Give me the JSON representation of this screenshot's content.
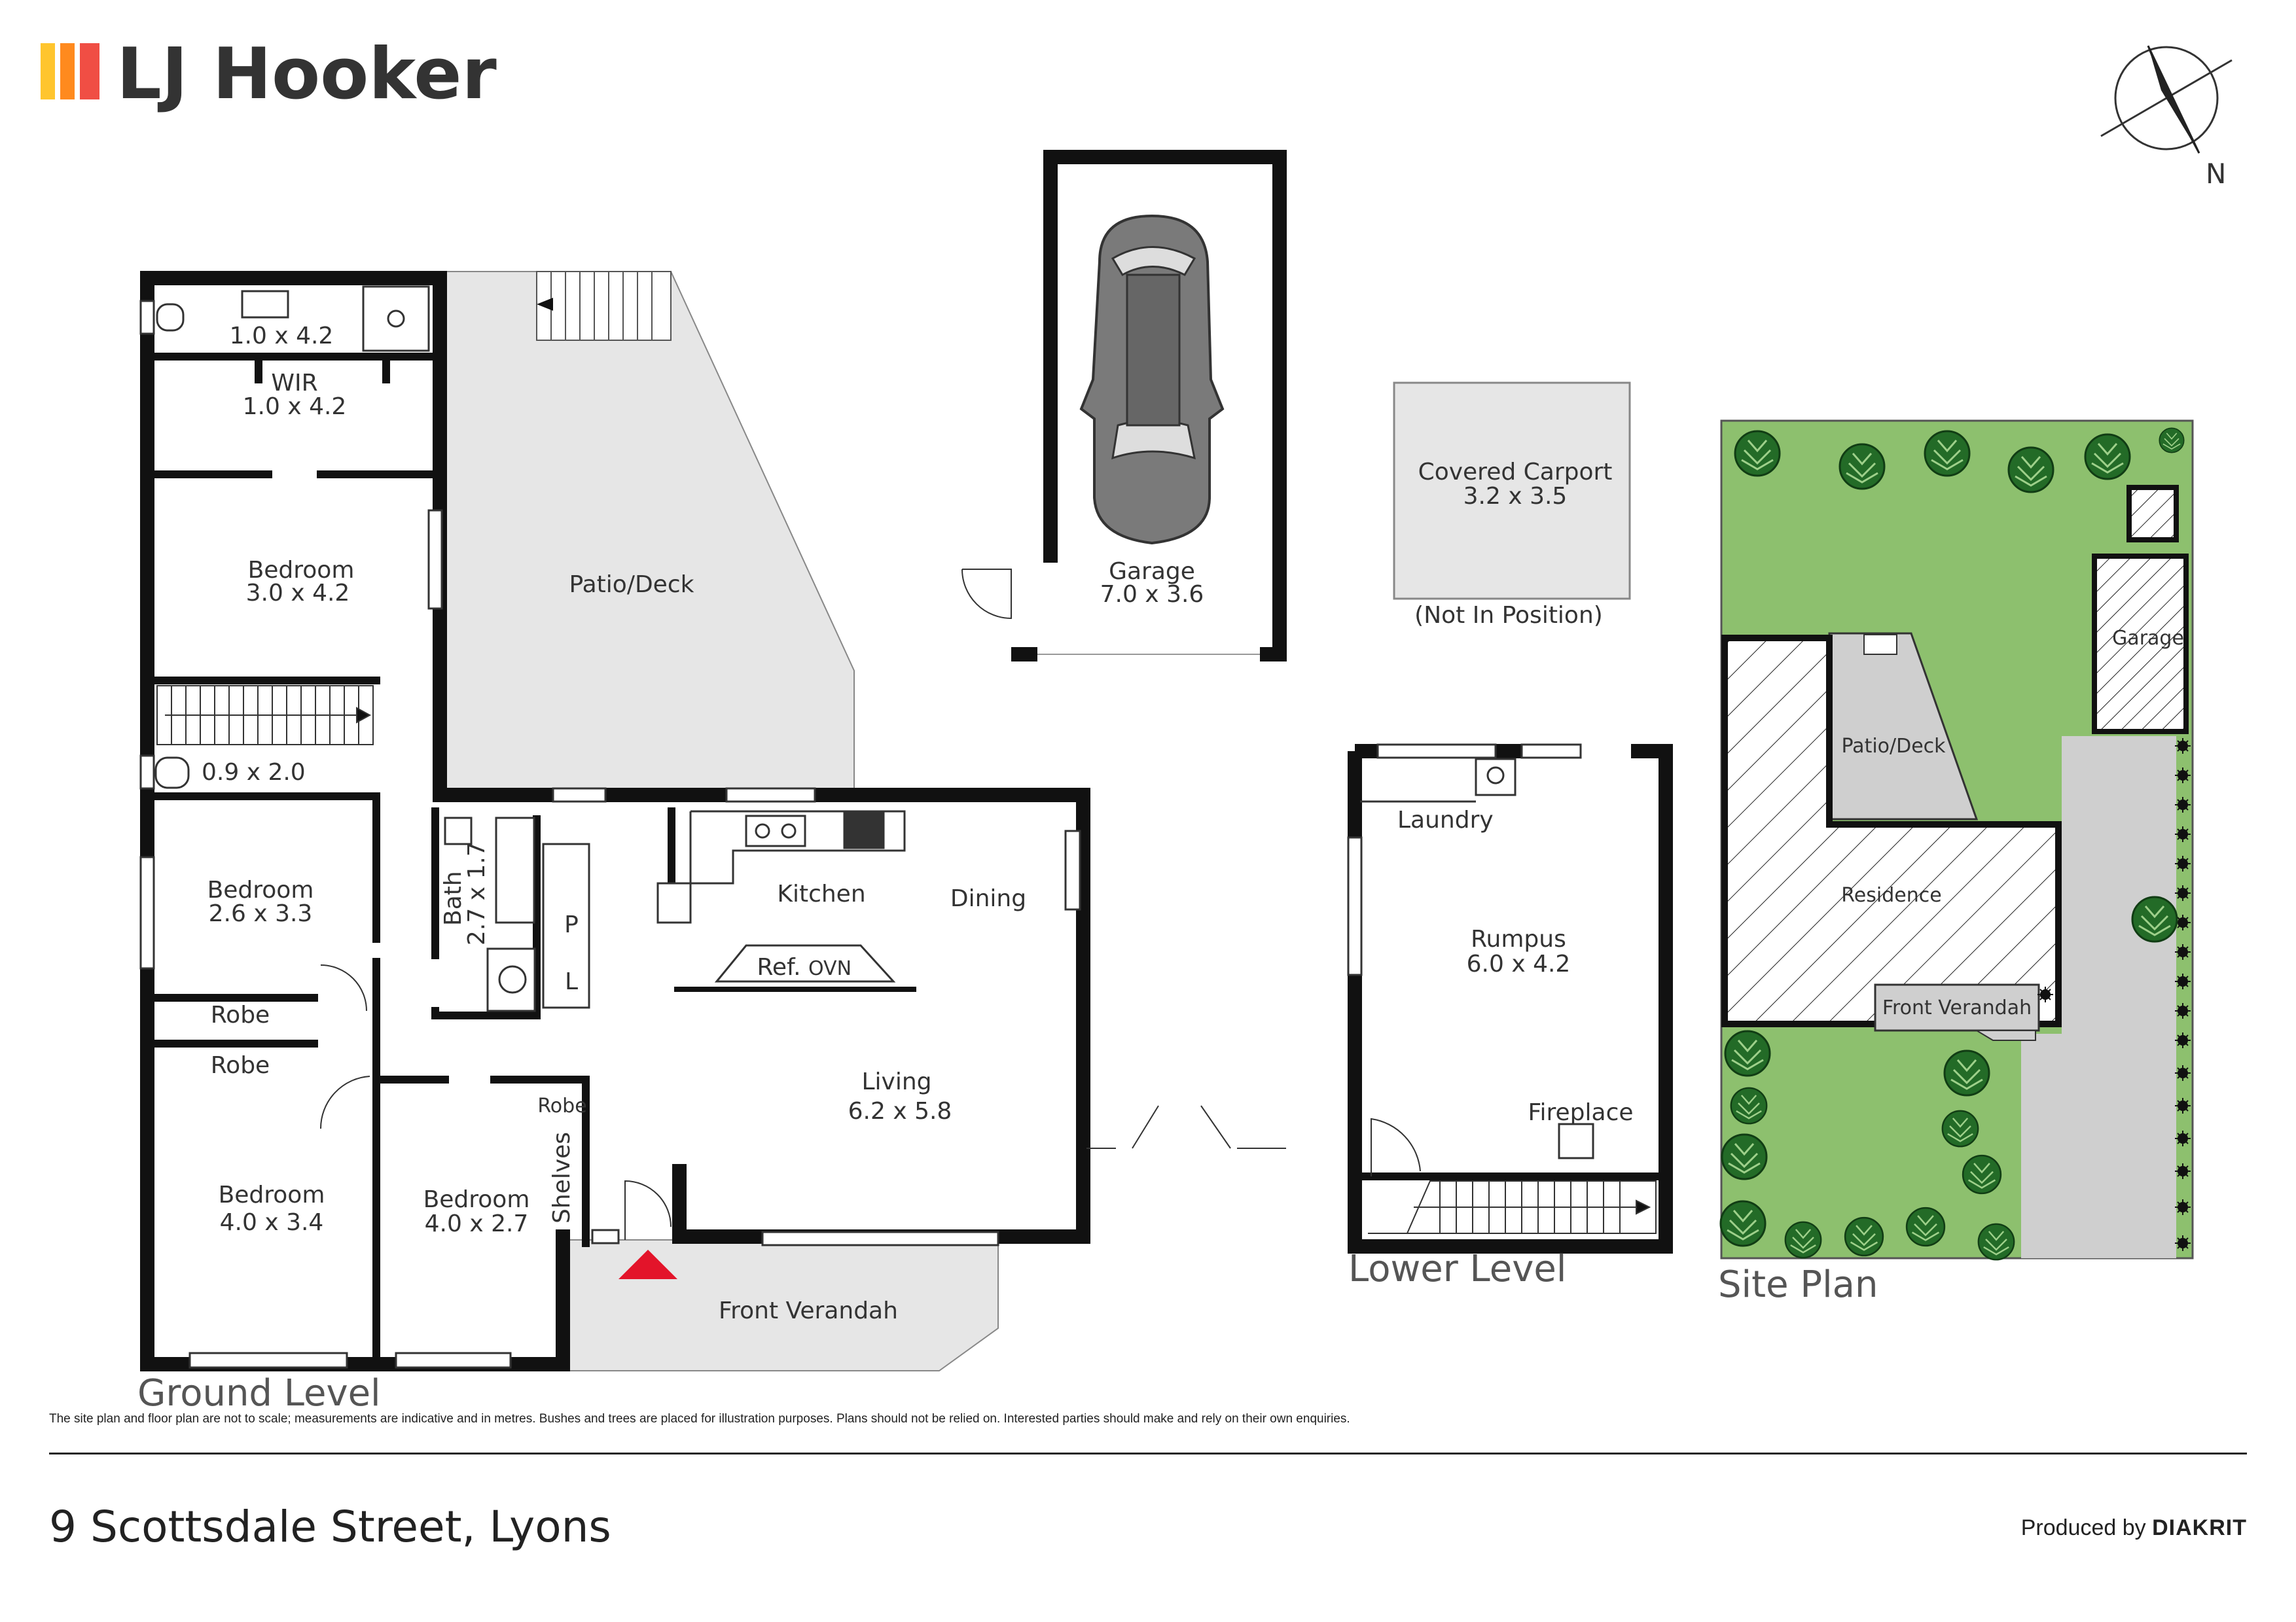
{
  "brand": {
    "name": "LJ Hooker",
    "colors": {
      "yellow": "#ffc52e",
      "orange": "#ff8a1e",
      "red": "#f04e44",
      "wall": "#111111",
      "deck": "#e6e6e6",
      "lawn": "#8dc06e",
      "tree": "#236b27",
      "entry": "#e3142a"
    }
  },
  "compass": {
    "label": "N"
  },
  "ground_level": {
    "title": "Ground Level",
    "rooms": {
      "ensuite": "1.0 x 4.2",
      "wir_name": "WIR",
      "wir_size": "1.0 x 4.2",
      "bedroom1_name": "Bedroom",
      "bedroom1_size": "3.0 x 4.2",
      "patio": "Patio/Deck",
      "wc": "0.9 x 2.0",
      "bedroom2_name": "Bedroom",
      "bedroom2_size": "2.6 x 3.3",
      "robe1": "Robe",
      "robe2": "Robe",
      "bedroom3_name": "Bedroom",
      "bedroom3_size": "4.0 x 3.4",
      "bedroom4_name": "Bedroom",
      "bedroom4_size": "4.0 x 2.7",
      "robe_small": "Robe",
      "shelves": "Shelves",
      "bath_name": "Bath",
      "bath_size": "2.7 x 1.7",
      "pantry": "P",
      "linen": "L",
      "kitchen": "Kitchen",
      "dining": "Dining",
      "ref": "Ref.",
      "oven": "OVN",
      "living_name": "Living",
      "living_size": "6.2 x 5.8",
      "verandah": "Front Verandah"
    }
  },
  "garage": {
    "name": "Garage",
    "size": "7.0 x 3.6"
  },
  "carport": {
    "name": "Covered Carport",
    "size": "3.2 x 3.5",
    "note": "(Not In Position)"
  },
  "lower_level": {
    "title": "Lower Level",
    "laundry": "Laundry",
    "rumpus_name": "Rumpus",
    "rumpus_size": "6.0 x 4.2",
    "fireplace": "Fireplace"
  },
  "site_plan": {
    "title": "Site Plan",
    "garage": "Garage",
    "patio": "Patio/Deck",
    "residence": "Residence",
    "verandah": "Front Verandah"
  },
  "footer": {
    "disclaimer": "The site plan and floor plan are not to scale; measurements are indicative and in metres. Bushes and trees are placed for illustration purposes. Plans should not be relied on. Interested parties should make and rely on their own enquiries.",
    "address": "9 Scottsdale Street, Lyons",
    "produced_by": "Produced by",
    "producer": "DIAKRIT"
  }
}
